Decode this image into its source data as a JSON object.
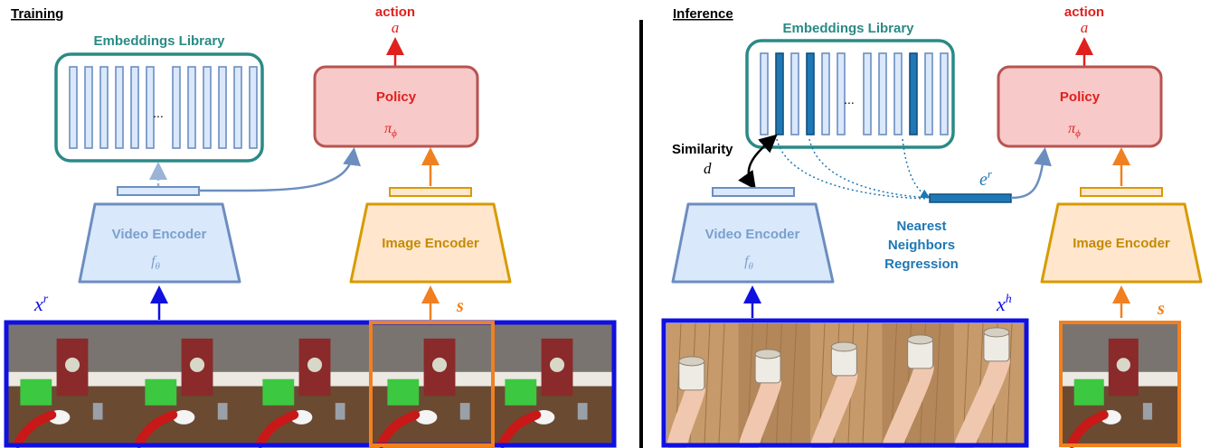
{
  "training": {
    "section_title": "Training",
    "library_title": "Embeddings Library",
    "library_ellipsis": "...",
    "action_label": "action",
    "action_symbol": "a",
    "policy_title": "Policy",
    "policy_symbol": "π",
    "policy_subscript": "ϕ",
    "video_encoder_title": "Video Encoder",
    "video_encoder_symbol": "f",
    "video_encoder_subscript": "θ",
    "image_encoder_title": "Image Encoder",
    "input_video_symbol": "x",
    "input_video_superscript": "r",
    "state_symbol": "s",
    "frames": [
      "robot-frame-1",
      "robot-frame-2",
      "robot-frame-3",
      "robot-frame-4",
      "robot-frame-5"
    ]
  },
  "inference": {
    "section_title": "Inference",
    "library_title": "Embeddings Library",
    "library_ellipsis": "...",
    "action_label": "action",
    "action_symbol": "a",
    "policy_title": "Policy",
    "policy_symbol": "π",
    "policy_subscript": "ϕ",
    "similarity_label": "Similarity",
    "similarity_symbol": "d",
    "retrieved_symbol": "e",
    "retrieved_superscript": "r",
    "nn_line1": "Nearest",
    "nn_line2": "Neighbors",
    "nn_line3": "Regression",
    "video_encoder_title": "Video Encoder",
    "video_encoder_symbol": "f",
    "video_encoder_subscript": "θ",
    "image_encoder_title": "Image Encoder",
    "input_video_symbol": "x",
    "input_video_superscript": "h",
    "state_symbol": "s",
    "frames": [
      "hand-mug-frame-1",
      "hand-mug-frame-2",
      "hand-mug-frame-3",
      "hand-mug-frame-4",
      "hand-mug-frame-5"
    ]
  },
  "colors": {
    "library": "#2a8a86",
    "policy_fill": "#f7c9c9",
    "policy_stroke": "#b85450",
    "policy_text": "#e0201e",
    "video_enc_fill": "#dae8fc",
    "video_enc_stroke": "#6c8ebf",
    "video_enc_text": "#7aa0cc",
    "image_enc_fill": "#ffe6cc",
    "image_enc_stroke": "#d79b00",
    "image_enc_text": "#c58a00",
    "action": "#e0201e",
    "video_frame": "#1010e0",
    "state_frame": "#f08020",
    "retrieved": "#1f78b4",
    "similarity": "#000000"
  }
}
